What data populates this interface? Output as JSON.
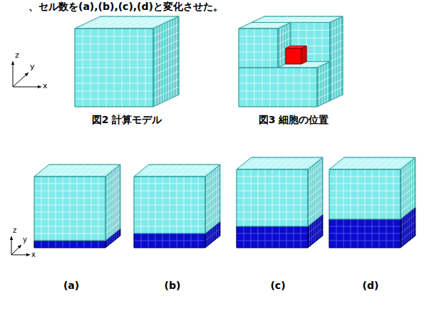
{
  "diagram": {
    "labels": [
      "、セル数を(a),(b),(c),(d)と変化させた。",
      "z",
      "y",
      "x",
      "図2 計算モデル",
      "図3 細胞の位置",
      "z",
      "y",
      "x",
      "(a)",
      "(b)",
      "(c)",
      "(d)"
    ]
  }
}
